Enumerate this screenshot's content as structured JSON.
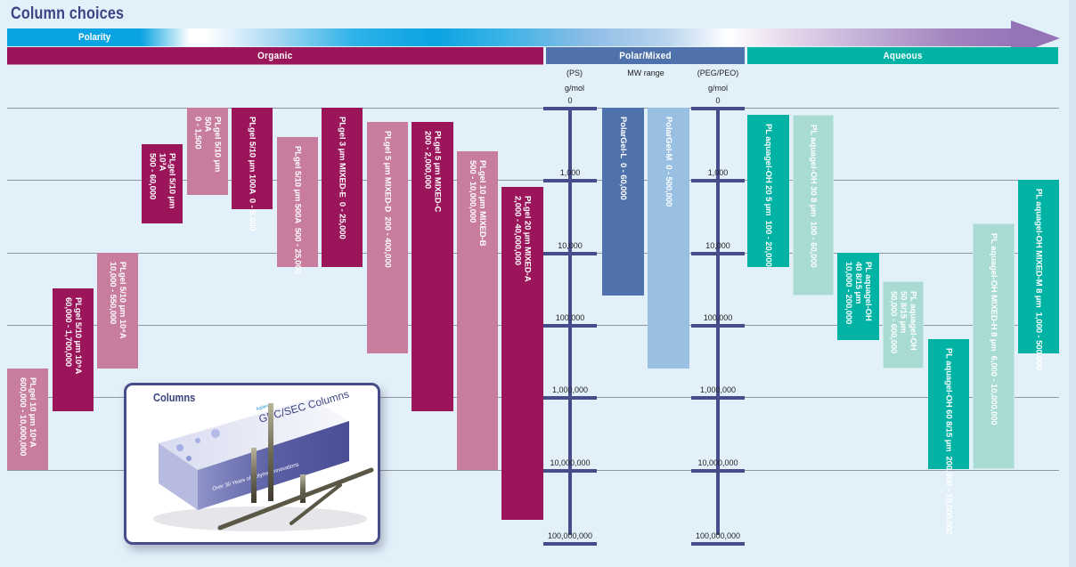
{
  "title": "Column choices",
  "polarity": {
    "label": "Polarity"
  },
  "bands": {
    "organic": "Organic",
    "polar": "Polar/Mixed",
    "aqueous": "Aqueous"
  },
  "colors": {
    "organic_dark": "#9b155b",
    "organic_light": "#c87d9f",
    "polar_dark": "#4f72ac",
    "polar_light": "#99bfe3",
    "aqueous_dark": "#00b3a5",
    "aqueous_light": "#a7dbd3",
    "axis": "#464d8a",
    "title": "#3c4483"
  },
  "axis": {
    "left_unit_top": "(PS)",
    "left_unit_bottom": "g/mol",
    "center_label": "MW range",
    "right_unit_top": "(PEG/PEO)",
    "right_unit_bottom": "g/mol",
    "ticks": [
      "0",
      "1,000",
      "10,000",
      "100,000",
      "1,000,000",
      "10,000,000",
      "100,000,000"
    ]
  },
  "columns": [
    {
      "group": "organic",
      "shade": "light",
      "name": "PLgel 10 µm 10⁶A",
      "range": "600,000 - 10,000,000",
      "from_tick": 3.6,
      "to_tick": 5.0
    },
    {
      "group": "organic",
      "shade": "dark",
      "name": "PLgel 5/10 µm 10⁵A",
      "range": "60,000 - 1,700,000",
      "from_tick": 2.5,
      "to_tick": 4.2
    },
    {
      "group": "organic",
      "shade": "light",
      "name": "PLgel 5/10 µm 10⁴A",
      "range": "10,000 - 550,000",
      "from_tick": 2.0,
      "to_tick": 3.6
    },
    {
      "group": "organic",
      "shade": "dark",
      "name": "PLgel 5/10 µm\n10³A",
      "range": "500 - 60,000",
      "from_tick": 0.5,
      "to_tick": 1.6
    },
    {
      "group": "organic",
      "shade": "light",
      "name": "PLgel 5/10 µm\n50A",
      "range": "0 - 1,500",
      "from_tick": 0.0,
      "to_tick": 1.2
    },
    {
      "group": "organic",
      "shade": "dark",
      "name": "PLgel 5/10 µm 100A",
      "range": "0 - 5,000",
      "from_tick": 0.0,
      "to_tick": 1.4
    },
    {
      "group": "organic",
      "shade": "light",
      "name": "PLgel 5/10 µm 500A",
      "range": "500 - 25,000",
      "from_tick": 0.4,
      "to_tick": 2.2
    },
    {
      "group": "organic",
      "shade": "dark",
      "name": "PLgel 3 µm MIXED-E",
      "range": "0 - 25,000",
      "from_tick": 0.0,
      "to_tick": 2.2
    },
    {
      "group": "organic",
      "shade": "light",
      "name": "PLgel 5 µm MIXED-D",
      "range": "200 - 400,000",
      "from_tick": 0.2,
      "to_tick": 3.4
    },
    {
      "group": "organic",
      "shade": "dark",
      "name": "PLgel 5 µm MIXED-C",
      "range": "200 - 2,000,000",
      "from_tick": 0.2,
      "to_tick": 4.2
    },
    {
      "group": "organic",
      "shade": "light",
      "name": "PLgel 10 µm MIXED-B",
      "range": "500 - 10,000,000",
      "from_tick": 0.6,
      "to_tick": 5.0
    },
    {
      "group": "organic",
      "shade": "dark",
      "name": "PLgel 20 µm MIXED-A",
      "range": "2,000 - 40,000,000",
      "from_tick": 1.1,
      "to_tick": 5.7
    },
    {
      "group": "polar",
      "shade": "dark",
      "name": "PolarGel-L",
      "range": "0 - 60,000",
      "from_tick": 0.0,
      "to_tick": 2.6
    },
    {
      "group": "polar",
      "shade": "light",
      "name": "PolarGel-M",
      "range": "0 - 500,000",
      "from_tick": 0.0,
      "to_tick": 3.6
    },
    {
      "group": "aqueous",
      "shade": "dark",
      "name": "PL aquagel-OH 20 5 µm",
      "range": "100 - 20,000",
      "from_tick": 0.1,
      "to_tick": 2.2
    },
    {
      "group": "aqueous",
      "shade": "light",
      "name": "PL aquagel-OH 30 8 µm",
      "range": "100 - 60,000",
      "from_tick": 0.1,
      "to_tick": 2.6
    },
    {
      "group": "aqueous",
      "shade": "dark",
      "name": "PL aquagel-OH\n40 8/15 µm",
      "range": "10,000 - 200,000",
      "from_tick": 2.0,
      "to_tick": 3.2
    },
    {
      "group": "aqueous",
      "shade": "light",
      "name": "PL aquagel-OH\n50 8/15 µm",
      "range": "50,000 - 600,000",
      "from_tick": 2.4,
      "to_tick": 3.6
    },
    {
      "group": "aqueous",
      "shade": "dark",
      "name": "PL aquagel-OH 60 8/15 µm",
      "range": "200,000 - 10,000,000",
      "from_tick": 3.2,
      "to_tick": 5.0
    },
    {
      "group": "aqueous",
      "shade": "light",
      "name": "PL aquagel-OH MIXED-H 8 µm",
      "range": "6,000 - 10,000,000",
      "from_tick": 1.6,
      "to_tick": 5.0
    },
    {
      "group": "aqueous",
      "shade": "dark",
      "name": "PL aquagel-OH MIXED-M 8 µm",
      "range": "1,000 - 500,000",
      "from_tick": 1.0,
      "to_tick": 3.4
    }
  ],
  "inset": {
    "title": "Columns",
    "box_brand": "Agilent",
    "box_title": "GPC/SEC Columns",
    "box_tagline": "Over 30 Years of Polymer Innovations"
  }
}
